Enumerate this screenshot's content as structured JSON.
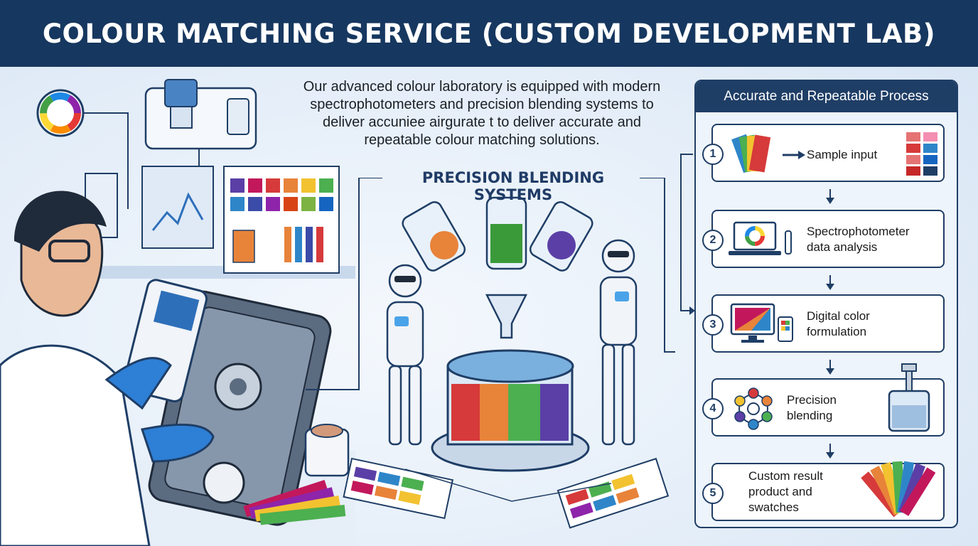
{
  "header": {
    "title": "COLOUR MATCHING SERVICE (CUSTOM DEVELOPMENT LAB)"
  },
  "intro": {
    "line1": "Our advanced colour laboratory is equipped with modern",
    "line2": "spectrophotometers and precision blending systems to",
    "line3": "deliver accuniee airgurate t to deliver accurate and",
    "line4": "repeatable colour matching solutions."
  },
  "blending": {
    "title": "PRECISION BLENDING SYSTEMS"
  },
  "process": {
    "title": "Accurate and Repeatable Process",
    "steps": [
      {
        "number": "1",
        "line1": "Sample input",
        "line2": "",
        "line3": ""
      },
      {
        "number": "2",
        "line1": "Spectrophotometer",
        "line2": "data analysis",
        "line3": ""
      },
      {
        "number": "3",
        "line1": "Digital color",
        "line2": "formulation",
        "line3": ""
      },
      {
        "number": "4",
        "line1": "Precision",
        "line2": "blending",
        "line3": ""
      },
      {
        "number": "5",
        "line1": "Custom result",
        "line2": "product and",
        "line3": "swatches"
      }
    ]
  },
  "colors": {
    "header_bg": "#16375f",
    "accent": "#1f3e66",
    "swatch_palette": [
      "#d63a3a",
      "#e8833a",
      "#f2c230",
      "#4caf50",
      "#2e86c9",
      "#5b3fa6",
      "#c2185b"
    ]
  },
  "icons": {
    "scientist": "scientist-illustration",
    "robot": "robot-icon",
    "mixing_vessel": "mixing-vessel-icon",
    "color_wheel": "color-wheel-icon",
    "spectrophotometer": "spectrophotometer-icon"
  }
}
